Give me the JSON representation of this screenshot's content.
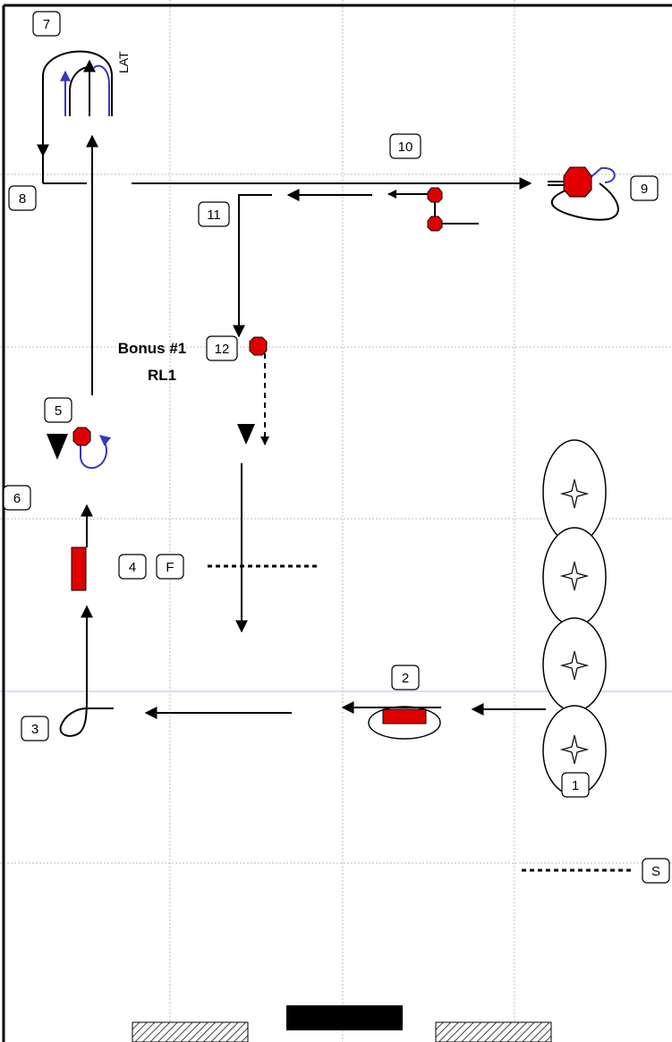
{
  "station_numbers": [
    "1",
    "2",
    "3",
    "4",
    "5",
    "6",
    "7",
    "8",
    "9",
    "10",
    "11",
    "12"
  ],
  "labels": {
    "finish": "F",
    "start": "S",
    "lat": "LAT",
    "bonus_line1": "Bonus #1",
    "bonus_line2": "RL1"
  },
  "colors": {
    "path": "#000000",
    "handler_loop": "#3535c8",
    "sign": "#e00000",
    "grid": "#bdbdbd",
    "gate_hatch": "#444444"
  },
  "icons": [
    "cone-icon",
    "jump-icon",
    "pylon-icon",
    "arrow-icon",
    "star-icon",
    "gate-icon",
    "ring-gate-icon"
  ]
}
